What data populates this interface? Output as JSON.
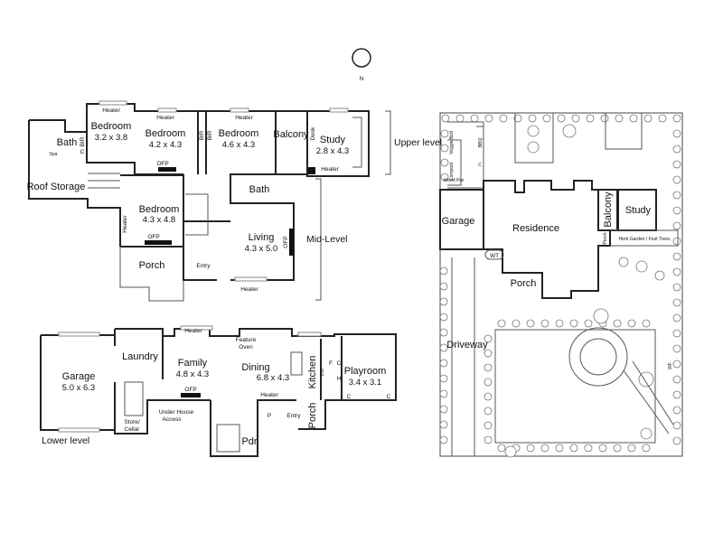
{
  "compass": {
    "north_label": "N"
  },
  "levels": {
    "upper": "Upper level",
    "mid": "Mid-Level",
    "lower": "Lower level"
  },
  "upper_rooms": {
    "bedroom1": {
      "name": "Bedroom",
      "size": "3.2 x 3.8"
    },
    "bedroom2": {
      "name": "Bedroom",
      "size": "4.2 x 4.3"
    },
    "bedroom3": {
      "name": "Bedroom",
      "size": "4.6 x 4.3"
    },
    "balcony": "Balcony",
    "study": {
      "name": "Study",
      "size": "2.8 x 4.3"
    },
    "desk": "Desk",
    "bath": "Bath",
    "spa": "Spa",
    "bir": "BIR",
    "c": "C",
    "roof_storage": "Roof Storage",
    "heater": "Heater",
    "ofp": "OFP"
  },
  "mid_rooms": {
    "bedroom": {
      "name": "Bedroom",
      "size": "4.3 x 4.8"
    },
    "bath": "Bath",
    "living": {
      "name": "Living",
      "size": "4.3 x 5.0"
    },
    "porch": "Porch",
    "entry": "Entry",
    "heater": "Heater",
    "ofp": "OFP"
  },
  "lower_rooms": {
    "garage": {
      "name": "Garage",
      "size": "5.0 x 6.3"
    },
    "laundry": "Laundry",
    "family": {
      "name": "Family",
      "size": "4.8 x 4.3"
    },
    "dining": {
      "name": "Dining",
      "size": "6.8 x 4.3"
    },
    "kitchen": "Kitchen",
    "dw": "DW",
    "playroom": {
      "name": "Playroom",
      "size": "3.4 x 3.1"
    },
    "feature_oven": [
      "Feature",
      "Oven"
    ],
    "heater": "Heater",
    "ofp": "OFP",
    "store_cellar": [
      "Store/",
      "Cellar"
    ],
    "under_house": [
      "Under House",
      "Access"
    ],
    "entry": "Entry",
    "porch": "Porch",
    "pdr": "Pdr",
    "p": "P",
    "f": "F",
    "c": "C",
    "h": "H"
  },
  "site": {
    "garage": "Garage",
    "residence": "Residence",
    "balcony": "Balcony",
    "study": "Study",
    "porch_small": "Porch",
    "porch": "Porch",
    "herb_garden": "Herb Garden / Fruit Trees",
    "wt": "WT",
    "driveway": "Driveway",
    "veggie_bed": "Veggie Bed",
    "compost": "Compost",
    "wood_pile": "Wood Pile",
    "bbq": "BBQ",
    "c": "C",
    "wf": "WF"
  }
}
